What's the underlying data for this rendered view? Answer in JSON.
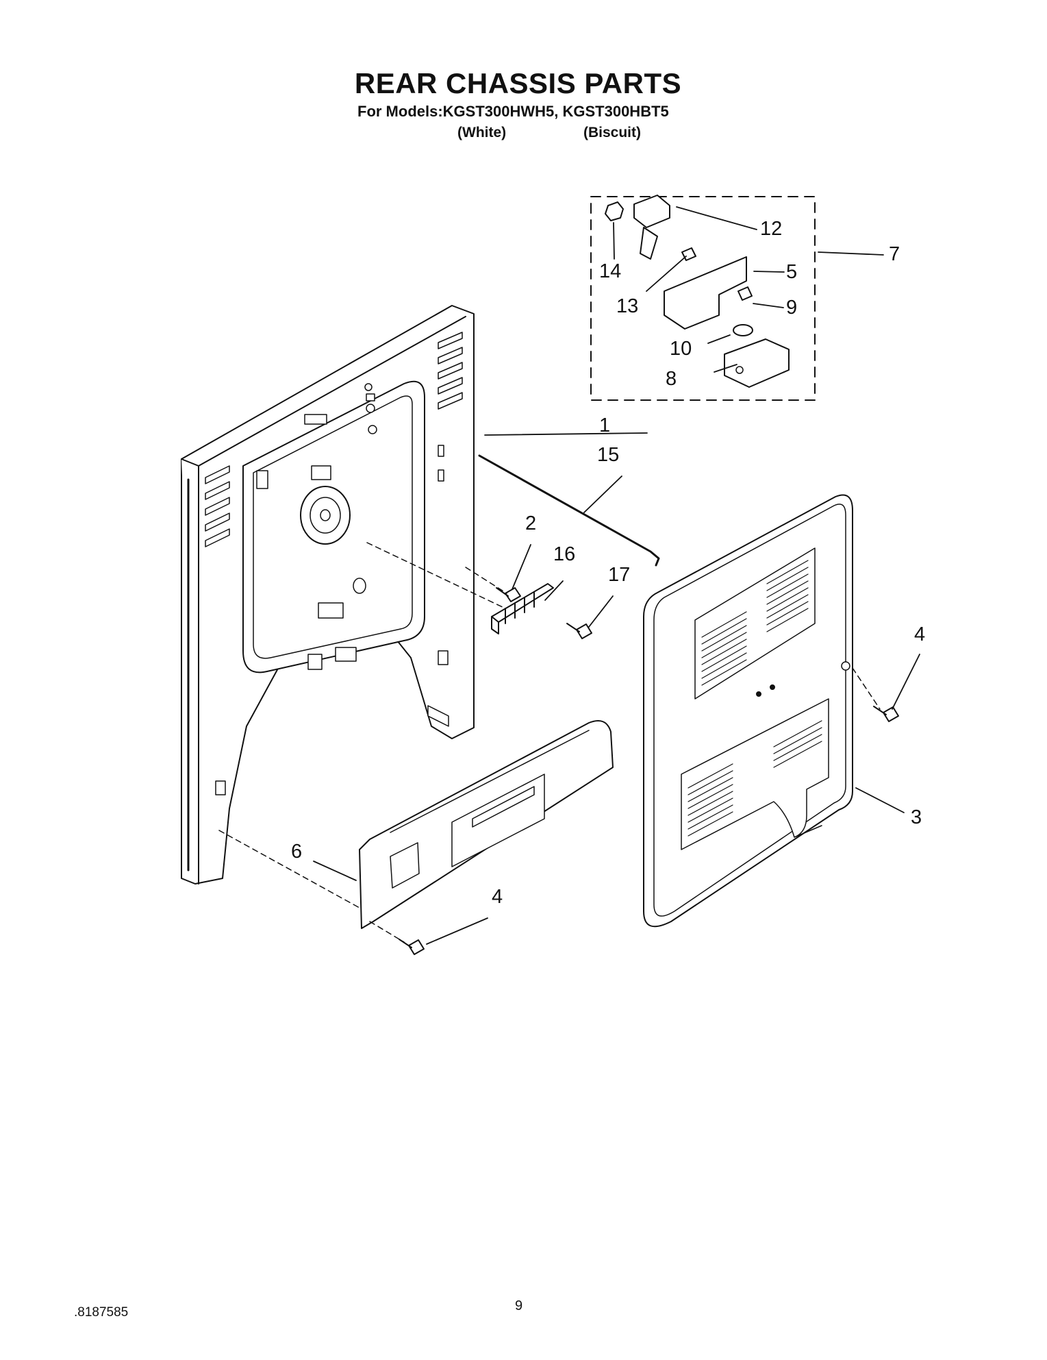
{
  "title": "REAR CHASSIS PARTS",
  "models_line": "For Models:KGST300HWH5, KGST300HBT5",
  "colors": [
    "(White)",
    "(Biscuit)"
  ],
  "callouts": [
    "1",
    "2",
    "3",
    "4",
    "4",
    "5",
    "6",
    "7",
    "8",
    "9",
    "10",
    "12",
    "13",
    "14",
    "15",
    "16",
    "17"
  ],
  "doc_number": ".8187585",
  "page_number": "9"
}
